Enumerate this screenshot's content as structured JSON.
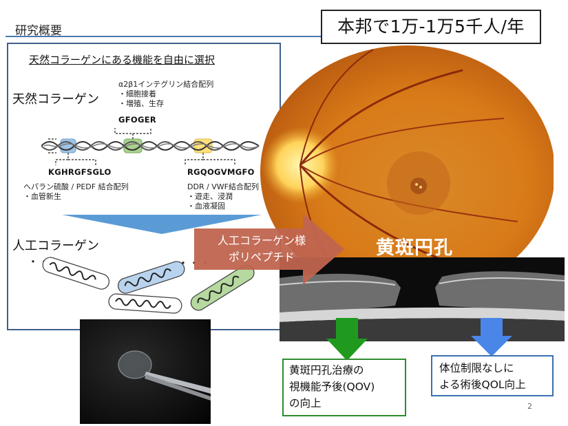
{
  "slide": {
    "section_title": "研究概要",
    "headline": "本邦で1万-1万5千人/年",
    "page_number": "2"
  },
  "panel": {
    "heading": "天然コラーゲンにある機能を自由に選択",
    "natural_label": "天然コラーゲン",
    "artificial_label": "人工コラーゲン",
    "motifs": {
      "integrin": {
        "title": "α2β1インテグリン結合配列",
        "items": [
          "・細胞接着",
          "・増殖、生存"
        ],
        "sequence": "GFOGER"
      },
      "heparin": {
        "sequence": "KGHRGFSGLO",
        "title": "ヘパラン硫酸 / PEDF 結合配列",
        "items": [
          "・血管新生"
        ]
      },
      "ddr": {
        "sequence": "RGQOGVMGFO",
        "title": "DDR / VWF結合配列",
        "items": [
          "・遊走、浸潤",
          "・血液凝固"
        ]
      }
    },
    "colors": {
      "blue_motif": "#9fc3e6",
      "green_motif": "#a9d18e",
      "yellow_motif": "#ffe07a",
      "down_arrow": "#5b9bd5"
    }
  },
  "arrow": {
    "lines": [
      "人工コラーゲン様",
      "ポリペプチド"
    ],
    "color": "#c0654f"
  },
  "images": {
    "macular_title": "黄斑円孔"
  },
  "outcomes": {
    "green": {
      "lines": [
        "黄斑円孔治療の",
        "視機能予後(QOV)",
        "の向上"
      ],
      "color": "#1f9a1f"
    },
    "blue": {
      "lines": [
        "体位制限なしに",
        "よる術後QOL向上"
      ],
      "color": "#4a86e8"
    }
  }
}
